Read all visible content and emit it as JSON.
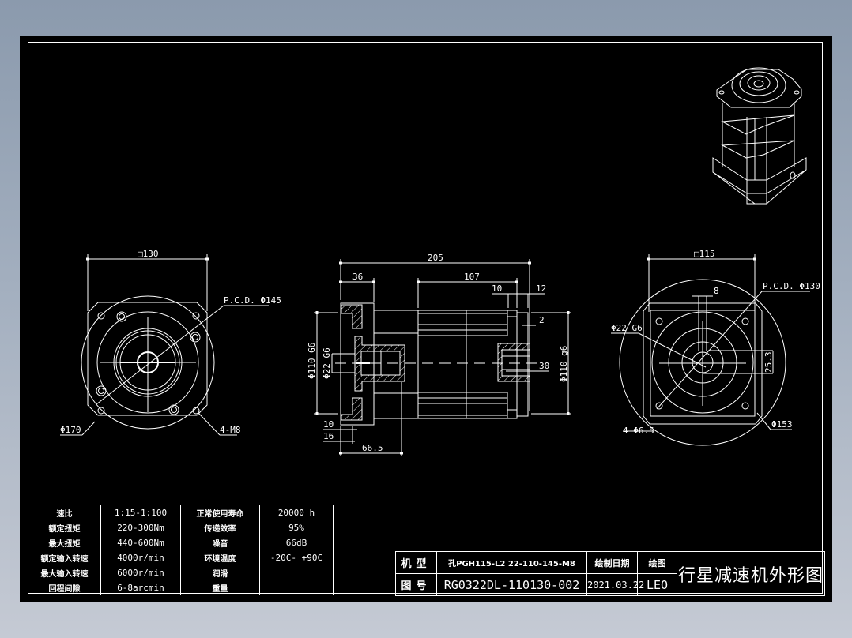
{
  "window": {
    "background_top": "#8b9aad",
    "background_bottom": "#c5cad4",
    "sheet_color": "#000000",
    "line_color": "#ffffff"
  },
  "views": {
    "front_view": {
      "square_dim": "□130",
      "pcd_label": "P.C.D. Φ145",
      "dia_label": "Φ170",
      "holes_label": "4-M8"
    },
    "side_view": {
      "overall_length": "205",
      "flange_len": "36",
      "body_len": "107",
      "dim_10_top": "10",
      "dim_12": "12",
      "dim_2": "2",
      "dim_30": "30",
      "dim_10_bottom": "10",
      "dim_16": "16",
      "dim_66_5": "66.5",
      "left_pilot": "Φ110 G6",
      "left_bore": "Φ22 G6",
      "right_pilot": "Φ110 g6"
    },
    "rear_view": {
      "square_dim": "□115",
      "key_width": "8",
      "pcd_label": "P.C.D. Φ130",
      "bore_label": "Φ22 G6",
      "key_height": "25.3",
      "holes_label": "4-Φ6.5",
      "dia_label": "Φ153"
    }
  },
  "spec_table": {
    "rows": [
      {
        "label1": "速比",
        "value1": "1:15-1:100",
        "label2": "正常使用寿命",
        "value2": "20000 h"
      },
      {
        "label1": "额定扭矩",
        "value1": "220-300Nm",
        "label2": "传递效率",
        "value2": "95%"
      },
      {
        "label1": "最大扭矩",
        "value1": "440-600Nm",
        "label2": "噪音",
        "value2": "66dB"
      },
      {
        "label1": "额定输入转速",
        "value1": "4000r/min",
        "label2": "环境温度",
        "value2": "-20C- +90C"
      },
      {
        "label1": "最大输入转速",
        "value1": "6000r/min",
        "label2": "润滑",
        "value2": ""
      },
      {
        "label1": "回程间隙",
        "value1": "6-8arcmin",
        "label2": "重量",
        "value2": ""
      }
    ]
  },
  "title_block": {
    "model_label": "机型",
    "model_value": "孔PGH115-L2 22-110-145-M8",
    "date_label": "绘制日期",
    "drawer_label": "绘图",
    "drawing_no_label": "图号",
    "drawing_no_value": "RG0322DL-110130-002",
    "date_value": "2021.03.22",
    "drawer_value": "LEO",
    "title": "行星减速机外形图"
  }
}
